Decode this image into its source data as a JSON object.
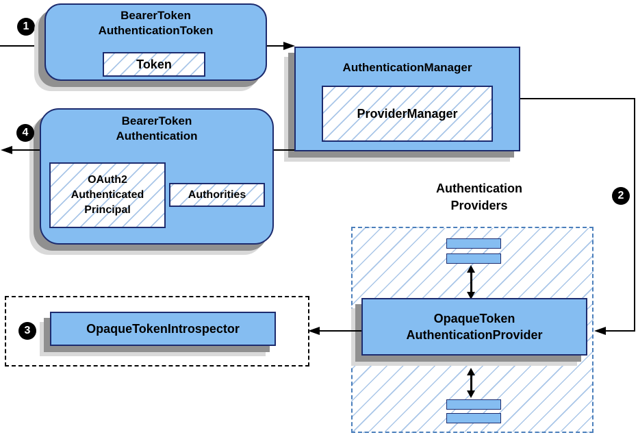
{
  "colors": {
    "node_fill": "#85BDF1",
    "node_border": "#1C2B6E",
    "hatch_line": "#A9C6E8",
    "group_dash_border": "#4A7EBB",
    "shadow_dark": "#909090",
    "shadow_light": "#D9D9D9",
    "arrow": "#000000"
  },
  "steps": {
    "one": "1",
    "two": "2",
    "three": "3",
    "four": "4"
  },
  "nodes": {
    "bearer_token_authentication_token": {
      "title_line1": "BearerToken",
      "title_line2": "AuthenticationToken",
      "token": "Token"
    },
    "authentication_manager": {
      "title": "AuthenticationManager",
      "provider_manager": "ProviderManager"
    },
    "bearer_token_authentication": {
      "title_line1": "BearerToken",
      "title_line2": "Authentication",
      "principal_line1": "OAuth2",
      "principal_line2": "Authenticated",
      "principal_line3": "Principal",
      "authorities": "Authorities"
    },
    "opaque_token_introspector": {
      "title": "OpaqueTokenIntrospector"
    },
    "authentication_providers_group": {
      "title_line1": "Authentication",
      "title_line2": "Providers"
    },
    "opaque_token_authentication_provider": {
      "title_line1": "OpaqueToken",
      "title_line2": "AuthenticationProvider"
    }
  }
}
